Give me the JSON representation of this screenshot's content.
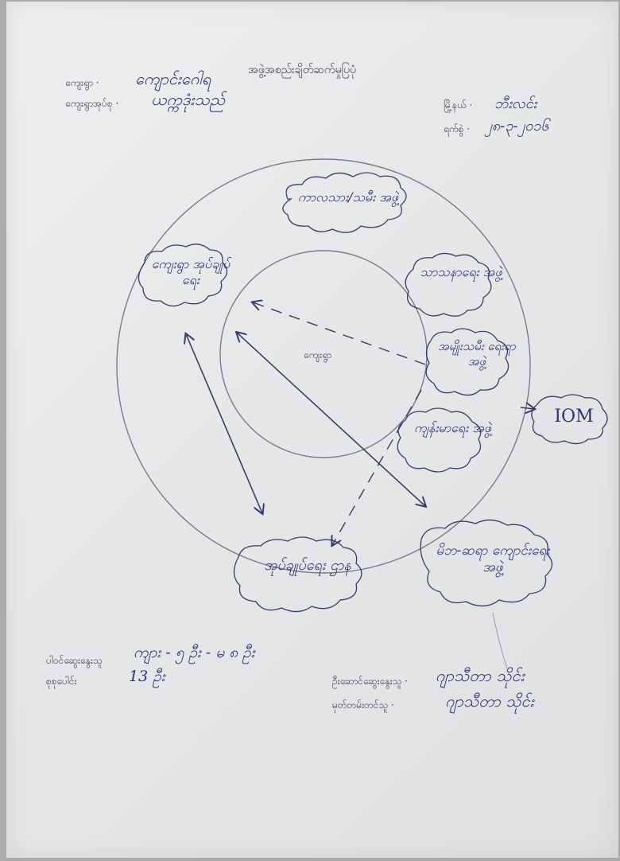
{
  "header": {
    "title": "အဖွဲ့အစည်းချိတ်ဆက်မှုပြပုံ",
    "village_label": "ကျေးရွာ ·",
    "village_value": "ကျောင်းဂေါရ",
    "village_group_label": "ကျေးရွာအုပ်စု ·",
    "village_group_value": "ယက္ကဒုံးသည်",
    "township_label": "မြို့နယ် ·",
    "township_value": "ဘီးလင်း",
    "date_label": "ရက်စွဲ ·",
    "date_value": "၂၈-၃-၂၀၁၆"
  },
  "diagram": {
    "center_label": "ကျေးရွာ",
    "nodes": {
      "top": "ကာလသား/သမီး အဖွဲ့",
      "upper_left": "ကျေးရွာ အုပ်ချုပ်ရေး",
      "upper_right": "သာသနာရေး အဖွဲ့",
      "right_middle": "အမျိုးသမီး ရေးရာအဖွဲ့",
      "right_lower": "ကျန်းမာရေး အဖွဲ့",
      "outside_right": "IOM",
      "bottom": "အုပ်ချုပ်ရေး ဌာန",
      "bottom_right": "မိဘ-ဆရာ ကျောင်းရေး အဖွဲ့"
    }
  },
  "footer": {
    "participants_label": "ပါဝင်ဆွေးနွေးသူ",
    "participants_value": "ကျား - ၅ ဦး - မ ၈ ဦး",
    "total_label": "စုစုပေါင်း",
    "total_value": "13 ဦး",
    "facilitator_label": "ဦးဆောင်ဆွေးနွေးသူ ·",
    "facilitator_value": "ဂျာသီတာ သိုင်း",
    "recorder_label": "မှတ်တမ်းတင်သူ ·",
    "recorder_value": "ဂျာသီတာ သိုင်း"
  }
}
